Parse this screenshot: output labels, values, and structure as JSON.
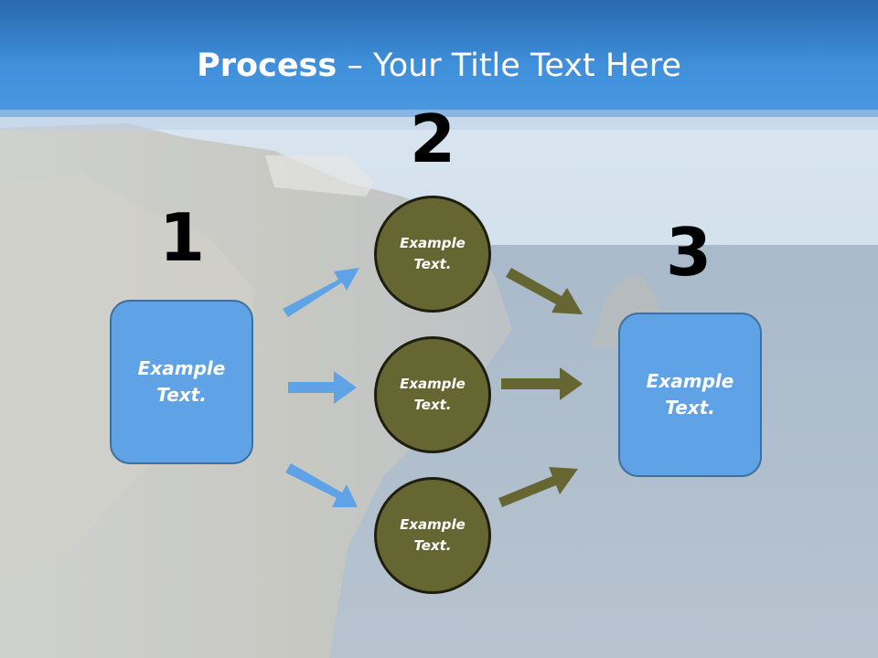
{
  "title": {
    "bold": "Process",
    "rest": " – Your Title Text Here"
  },
  "steps": {
    "one": "1",
    "two": "2",
    "three": "3"
  },
  "boxes": {
    "left": "Example\nText.",
    "right": "Example\nText."
  },
  "circles": {
    "top": "Example\nText.",
    "middle": "Example\nText.",
    "bottom": "Example\nText."
  },
  "colors": {
    "blue_arrow": "#5fa3e6",
    "olive_arrow": "#666632",
    "box_fill": "#5fa3e6",
    "circle_fill": "#666632"
  }
}
